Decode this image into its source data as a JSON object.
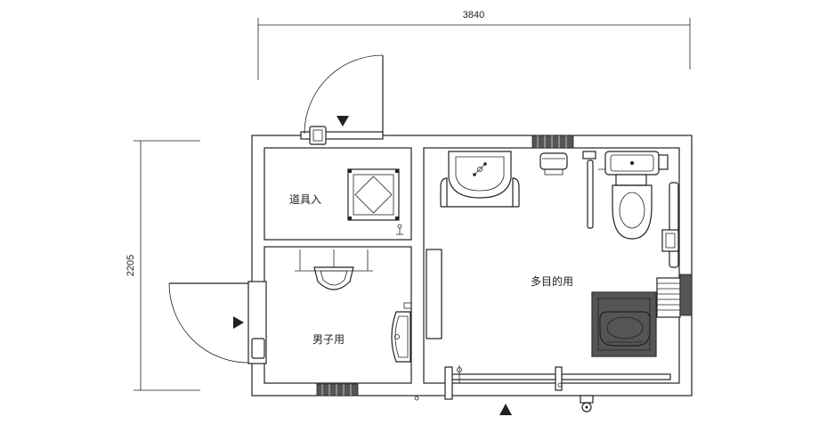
{
  "dimensions": {
    "width": "3840",
    "height": "2205"
  },
  "rooms": {
    "storage": "道具入",
    "mens": "男子用",
    "multipurpose": "多目的用"
  },
  "colors": {
    "line": "#222222",
    "vent": "#555555",
    "background": "#ffffff"
  },
  "icons": {
    "entrance_arrows": "triangle-arrow-icon"
  }
}
